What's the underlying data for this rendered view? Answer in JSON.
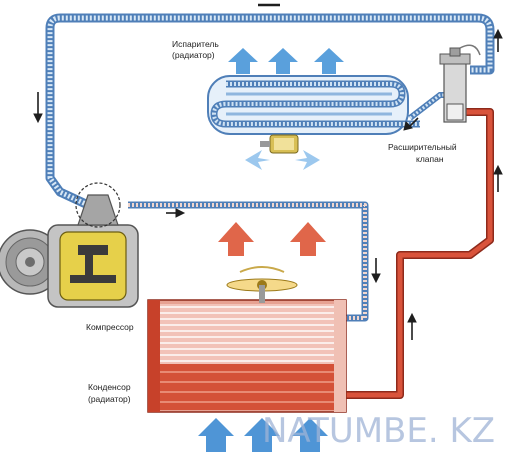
{
  "labels": {
    "evaporator_line1": "Испаритель",
    "evaporator_line2": "(радиатор)",
    "valve_line1": "Расширительный",
    "valve_line2": "клапан",
    "compressor": "Компрессор",
    "condenser_line1": "Конденсор",
    "condenser_line2": "(радиатор)"
  },
  "watermark": "NATUMBE. KZ",
  "colors": {
    "cold_pipe": "#9cc3e6",
    "cold_pipe_edge": "#4f7fb8",
    "hot_pipe": "#d9533b",
    "hot_pipe_edge": "#8e2a1b",
    "cool_air_arrow": "#5aa0dc",
    "hot_air_arrow": "#e0664a",
    "condenser_fill": "#e8a79a",
    "flow_arrow": "#1e1e1e"
  },
  "icons": {
    "flow": "arrow-icon",
    "fan": "fan-icon",
    "blower": "blower-icon"
  }
}
